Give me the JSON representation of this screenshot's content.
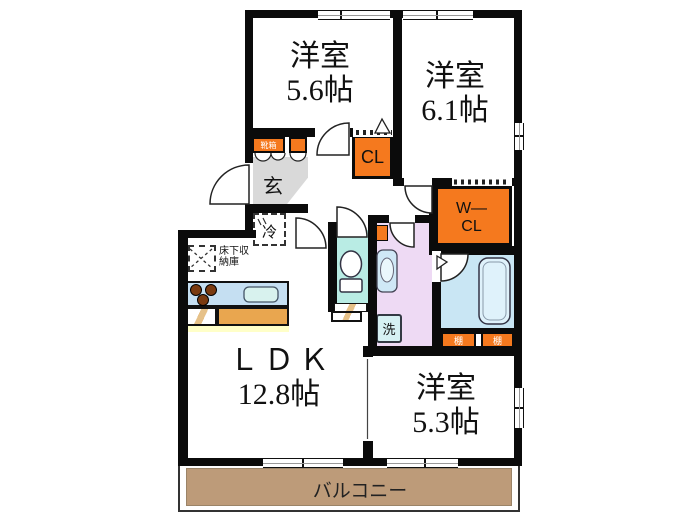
{
  "rooms": {
    "bedroom_a": {
      "name": "洋室",
      "size": "5.6帖"
    },
    "bedroom_b": {
      "name": "洋室",
      "size": "6.1帖"
    },
    "bedroom_c": {
      "name": "洋室",
      "size": "5.3帖"
    },
    "ldk": {
      "name": "ＬＤＫ",
      "size": "12.8帖"
    },
    "entry": {
      "name": "玄"
    },
    "balcony": {
      "name": "バルコニー"
    }
  },
  "storage": {
    "closet_label": "CL",
    "walk_in_closet_line1": "W—",
    "walk_in_closet_line2": "CL",
    "shoe_box_label": "靴箱",
    "shelf_label": "棚"
  },
  "fixtures": {
    "refrigerator_label": "冷",
    "washing_machine_label": "洗",
    "underfloor_storage_line1": "床下収",
    "underfloor_storage_line2": "納庫"
  },
  "colors": {
    "wall": "#0b0b0b",
    "closet_orange": "#f5791e",
    "entry_gray": "#d9d9d9",
    "toilet_teal": "#b9ece4",
    "washroom_pink": "#eedaf4",
    "bathroom_blue": "#c9e6f4",
    "bathtub_blue": "#dff2fb",
    "kitchen_counter_blue": "#c5dff2",
    "kitchen_counter_wood": "#e9a64f",
    "balcony_tan": "#bd9b79"
  }
}
